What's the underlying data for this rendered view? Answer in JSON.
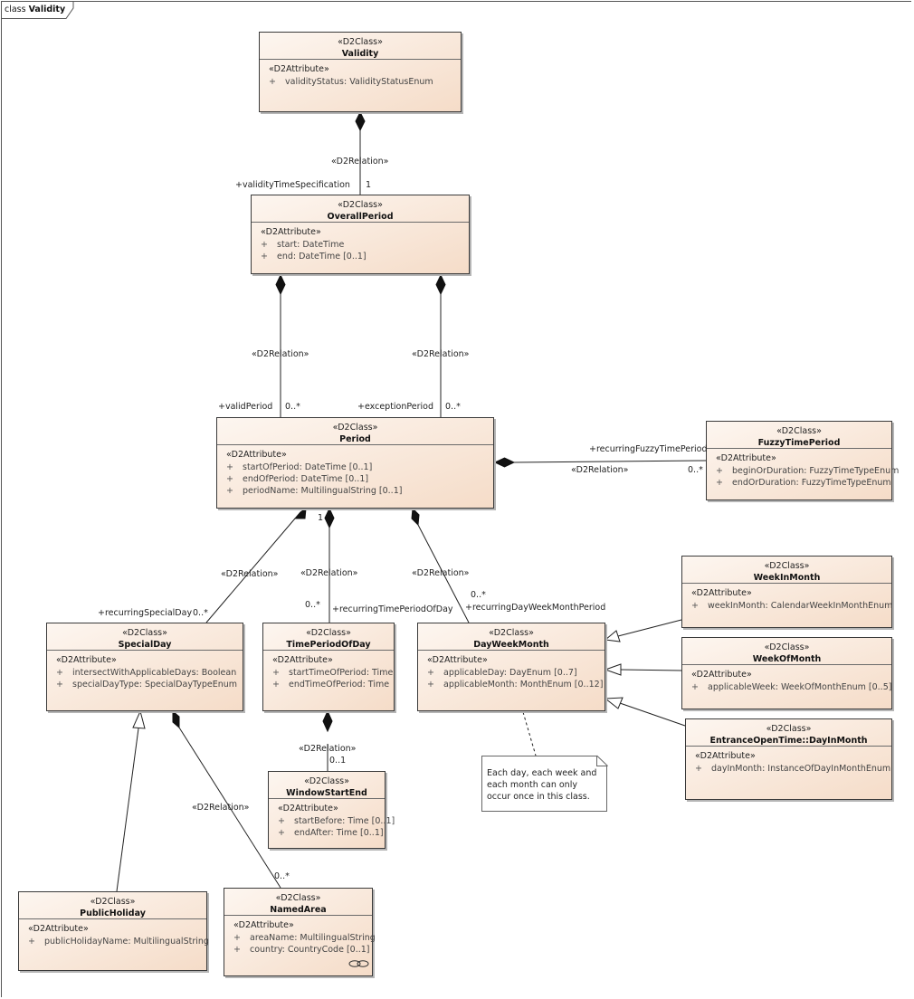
{
  "frame": {
    "kind": "class",
    "name": "Validity"
  },
  "classes": {
    "validity": {
      "stereotype": "«D2Class»",
      "name": "Validity",
      "attr_stereotype": "«D2Attribute»",
      "attributes": [
        {
          "vis": "+",
          "text": "validityStatus: ValidityStatusEnum"
        }
      ]
    },
    "overall_period": {
      "stereotype": "«D2Class»",
      "name": "OverallPeriod",
      "attr_stereotype": "«D2Attribute»",
      "attributes": [
        {
          "vis": "+",
          "text": "start: DateTime"
        },
        {
          "vis": "+",
          "text": "end: DateTime [0..1]"
        }
      ]
    },
    "period": {
      "stereotype": "«D2Class»",
      "name": "Period",
      "attr_stereotype": "«D2Attribute»",
      "attributes": [
        {
          "vis": "+",
          "text": "startOfPeriod: DateTime [0..1]"
        },
        {
          "vis": "+",
          "text": "endOfPeriod: DateTime [0..1]"
        },
        {
          "vis": "+",
          "text": "periodName: MultilingualString [0..1]"
        }
      ]
    },
    "fuzzy_time_period": {
      "stereotype": "«D2Class»",
      "name": "FuzzyTimePeriod",
      "attr_stereotype": "«D2Attribute»",
      "attributes": [
        {
          "vis": "+",
          "text": "beginOrDuration: FuzzyTimeTypeEnum"
        },
        {
          "vis": "+",
          "text": "endOrDuration: FuzzyTimeTypeEnum"
        }
      ]
    },
    "week_in_month": {
      "stereotype": "«D2Class»",
      "name": "WeekInMonth",
      "attr_stereotype": "«D2Attribute»",
      "attributes": [
        {
          "vis": "+",
          "text": "weekInMonth: CalendarWeekInMonthEnum"
        }
      ]
    },
    "week_of_month": {
      "stereotype": "«D2Class»",
      "name": "WeekOfMonth",
      "attr_stereotype": "«D2Attribute»",
      "attributes": [
        {
          "vis": "+",
          "text": "applicableWeek: WeekOfMonthEnum [0..5]"
        }
      ]
    },
    "day_in_month": {
      "stereotype": "«D2Class»",
      "name": "EntranceOpenTime::DayInMonth",
      "attr_stereotype": "«D2Attribute»",
      "attributes": [
        {
          "vis": "+",
          "text": "dayInMonth: InstanceOfDayInMonthEnum"
        }
      ]
    },
    "special_day": {
      "stereotype": "«D2Class»",
      "name": "SpecialDay",
      "attr_stereotype": "«D2Attribute»",
      "attributes": [
        {
          "vis": "+",
          "text": "intersectWithApplicableDays: Boolean"
        },
        {
          "vis": "+",
          "text": "specialDayType: SpecialDayTypeEnum"
        }
      ]
    },
    "time_period_of_day": {
      "stereotype": "«D2Class»",
      "name": "TimePeriodOfDay",
      "attr_stereotype": "«D2Attribute»",
      "attributes": [
        {
          "vis": "+",
          "text": "startTimeOfPeriod: Time"
        },
        {
          "vis": "+",
          "text": "endTimeOfPeriod: Time"
        }
      ]
    },
    "day_week_month": {
      "stereotype": "«D2Class»",
      "name": "DayWeekMonth",
      "attr_stereotype": "«D2Attribute»",
      "attributes": [
        {
          "vis": "+",
          "text": "applicableDay: DayEnum [0..7]"
        },
        {
          "vis": "+",
          "text": "applicableMonth: MonthEnum [0..12]"
        }
      ]
    },
    "window_start_end": {
      "stereotype": "«D2Class»",
      "name": "WindowStartEnd",
      "attr_stereotype": "«D2Attribute»",
      "attributes": [
        {
          "vis": "+",
          "text": "startBefore: Time [0..1]"
        },
        {
          "vis": "+",
          "text": "endAfter: Time [0..1]"
        }
      ]
    },
    "public_holiday": {
      "stereotype": "«D2Class»",
      "name": "PublicHoliday",
      "attr_stereotype": "«D2Attribute»",
      "attributes": [
        {
          "vis": "+",
          "text": "publicHolidayName: MultilingualString"
        }
      ]
    },
    "named_area": {
      "stereotype": "«D2Class»",
      "name": "NamedArea",
      "attr_stereotype": "«D2Attribute»",
      "attributes": [
        {
          "vis": "+",
          "text": "areaName: MultilingualString"
        },
        {
          "vis": "+",
          "text": "country: CountryCode [0..1]"
        }
      ]
    }
  },
  "note": {
    "text": "Each day, each week and each month can only occur once in this class."
  },
  "relations": {
    "validity_overall": {
      "stereotype": "«D2Relation»",
      "role": "+validityTimeSpecification",
      "multiplicity": "1"
    },
    "overall_valid": {
      "stereotype": "«D2Relation»",
      "role": "+validPeriod",
      "multiplicity": "0..*"
    },
    "overall_exception": {
      "stereotype": "«D2Relation»",
      "role": "+exceptionPeriod",
      "multiplicity": "0..*"
    },
    "period_fuzzy": {
      "stereotype": "«D2Relation»",
      "role": "+recurringFuzzyTimePeriod",
      "multiplicity": "0..*"
    },
    "period_special": {
      "stereotype": "«D2Relation»",
      "role": "+recurringSpecialDay",
      "multiplicity": "0..*"
    },
    "period_tpod": {
      "stereotype": "«D2Relation»",
      "role": "+recurringTimePeriodOfDay",
      "multiplicity": "0..*",
      "source_multiplicity": "1"
    },
    "period_dwm": {
      "stereotype": "«D2Relation»",
      "role": "+recurringDayWeekMonthPeriod",
      "multiplicity": "0..*"
    },
    "tpod_window": {
      "stereotype": "«D2Relation»",
      "multiplicity": "0..1"
    },
    "special_named": {
      "stereotype": "«D2Relation»",
      "multiplicity": "0..*"
    }
  }
}
